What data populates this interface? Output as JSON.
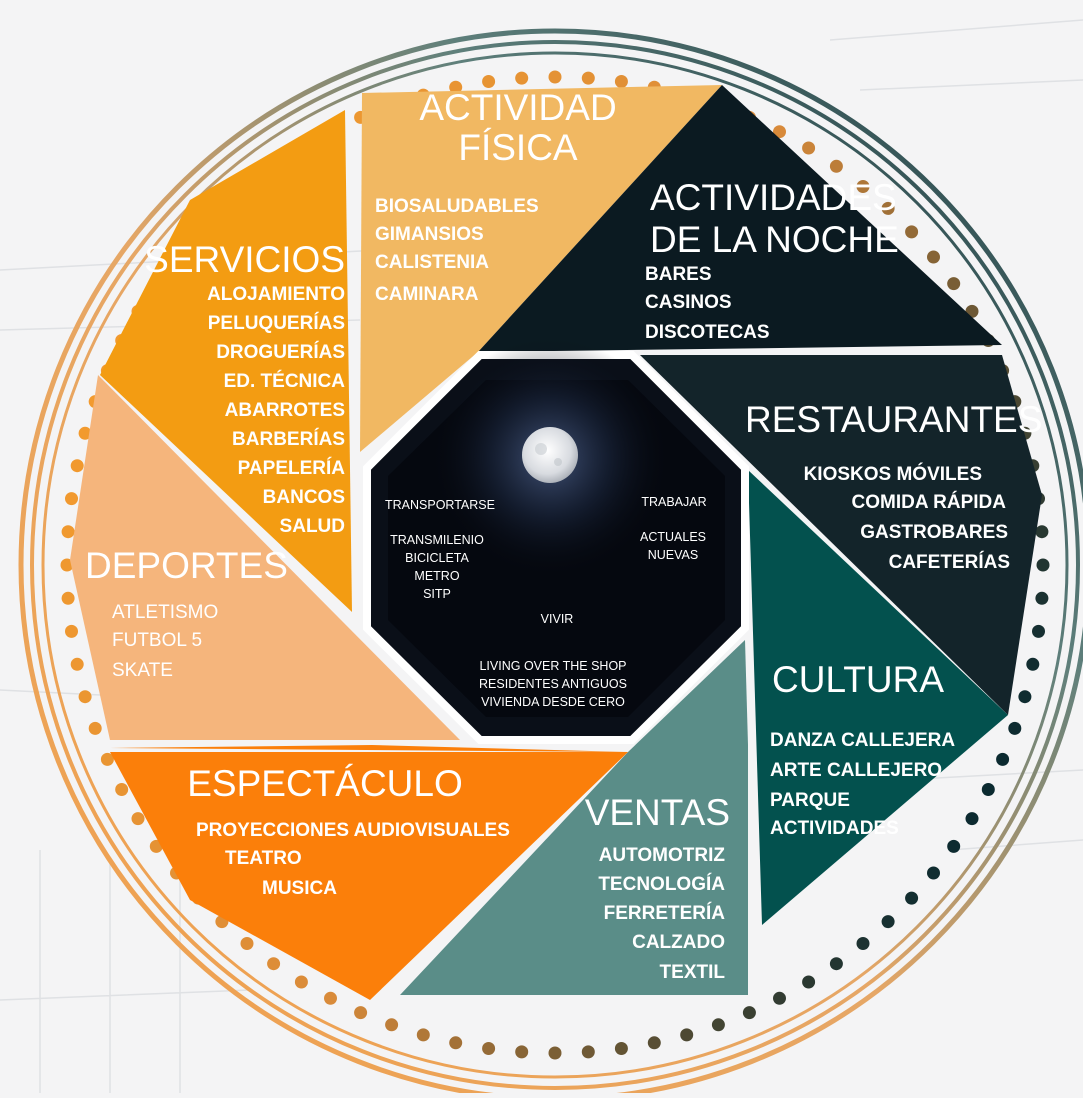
{
  "colors": {
    "background": "#f4f4f5",
    "actividad_fisica": "#f1b862",
    "servicios": "#f39c12",
    "deportes": "#f5b57c",
    "espectaculo": "#fb7f0a",
    "ventas": "#5a8d88",
    "cultura": "#03514e",
    "restaurantes": "#13242a",
    "actividades_noche": "#0b1a21",
    "center": "#0a0f18"
  },
  "sectors": {
    "actividad_fisica": {
      "title_lines": [
        "ACTIVIDAD",
        "FÍSICA"
      ],
      "items": [
        "BIOSALUDABLES",
        "GIMANSIOS",
        "CALISTENIA",
        "CAMINARA"
      ]
    },
    "actividades_noche": {
      "title_lines": [
        "ACTIVIDADES",
        "DE LA NOCHE"
      ],
      "items": [
        "BARES",
        "CASINOS",
        "DISCOTECAS"
      ]
    },
    "restaurantes": {
      "title_lines": [
        "RESTAURANTES"
      ],
      "items": [
        "KIOSKOS MÓVILES",
        "COMIDA RÁPIDA",
        "GASTROBARES",
        "CAFETERÍAS"
      ]
    },
    "cultura": {
      "title_lines": [
        "CULTURA"
      ],
      "items": [
        "DANZA CALLEJERA",
        "ARTE CALLEJERO",
        "PARQUE",
        "ACTIVIDADES"
      ]
    },
    "ventas": {
      "title_lines": [
        "VENTAS"
      ],
      "items": [
        "AUTOMOTRIZ",
        "TECNOLOGÍA",
        "FERRETERÍA",
        "CALZADO",
        "TEXTIL"
      ]
    },
    "espectaculo": {
      "title_lines": [
        "ESPECTÁCULO"
      ],
      "items": [
        "PROYECCIONES AUDIOVISUALES",
        "TEATRO",
        "MUSICA"
      ]
    },
    "deportes": {
      "title_lines": [
        "DEPORTES"
      ],
      "items": [
        "ATLETISMO",
        "FUTBOL 5",
        "SKATE"
      ]
    },
    "servicios": {
      "title_lines": [
        "SERVICIOS"
      ],
      "items": [
        "ALOJAMIENTO",
        "PELUQUERÍAS",
        "DROGUERÍAS",
        "ED. TÉCNICA",
        "ABARROTES",
        "BARBERÍAS",
        "PAPELERÍA",
        "BANCOS",
        "SALUD"
      ]
    }
  },
  "center": {
    "transportarse": {
      "label": "TRANSPORTARSE",
      "items": [
        "TRANSMILENIO",
        "BICICLETA",
        "METRO",
        "SITP"
      ]
    },
    "trabajar": {
      "label": "TRABAJAR",
      "items": [
        "ACTUALES",
        "NUEVAS"
      ]
    },
    "vivir": {
      "label": "VIVIR",
      "items": [
        "LIVING OVER THE SHOP",
        "RESIDENTES ANTIGUOS",
        "VIVIENDA DESDE CERO"
      ]
    }
  }
}
